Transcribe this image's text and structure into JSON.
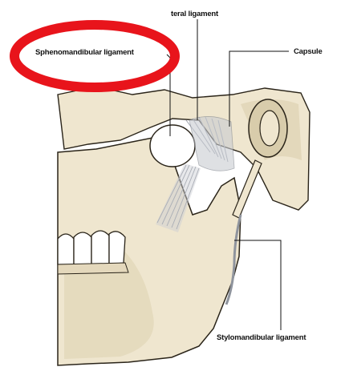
{
  "labels": {
    "lateral_ligament": "teral ligament",
    "sphenomandibular_ligament": "Sphenomandibular ligament",
    "capsule": "Capsule",
    "stylomandibular_ligament": "Stylomandibular ligament"
  },
  "annotation": {
    "highlight_color": "#e8141b",
    "highlight_shape": "ellipse"
  },
  "colors": {
    "bone": "#efe6cf",
    "bone_shadow": "#d8ccab",
    "outline": "#2a2419",
    "ligament": "#c9ccd2"
  }
}
